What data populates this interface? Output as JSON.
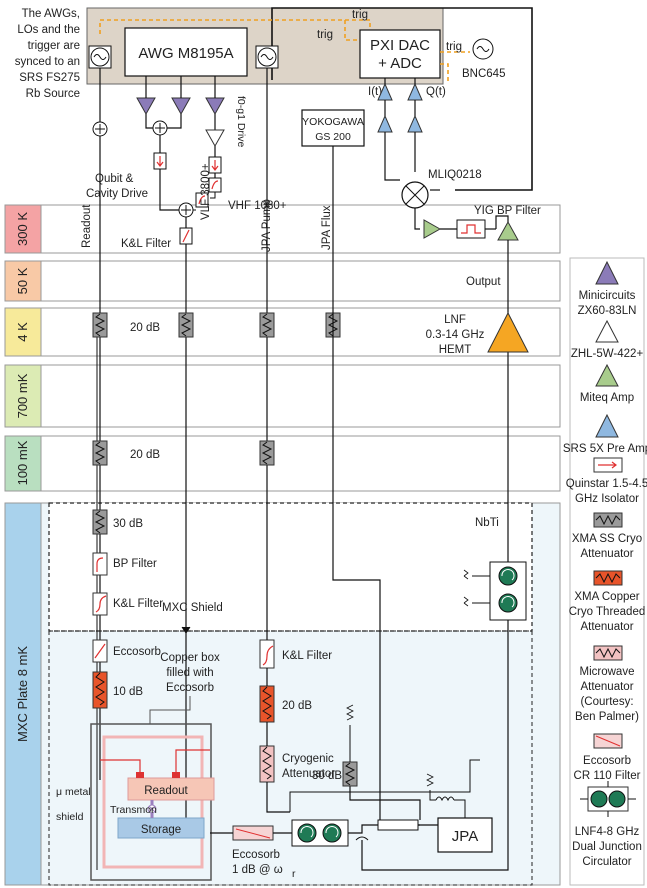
{
  "sync_note": [
    "The AWGs,",
    "LOs and the",
    "trigger are",
    "synced to an",
    "SRS FS275",
    "Rb Source"
  ],
  "instruments": {
    "awg": "AWG M8195A",
    "pxi": [
      "PXI DAC",
      "+ ADC"
    ],
    "bnc": "BNC645",
    "yokogawa": [
      "YOKOGAWA",
      "GS 200"
    ],
    "mixer": "MLIQ0218",
    "yig": "YIG BP Filter",
    "i_port": "I(t)",
    "q_port": "Q(t)",
    "trig": "trig"
  },
  "lines": {
    "readout": "Readout",
    "qubit_drive": [
      "Qubit &",
      "Cavity Drive"
    ],
    "f0g1": "f0-g1 Drive",
    "vlf": "VLF 3800+",
    "vhf": "VHF 1080+",
    "kl_top": "K&L Filter",
    "jpa_pump": "JPA Pump",
    "jpa_flux": "JPA Flux",
    "output": "Output"
  },
  "stages": [
    {
      "label": "300 K",
      "color": "#f4a3a4"
    },
    {
      "label": "50 K",
      "color": "#f8c9a6"
    },
    {
      "label": "4 K",
      "color": "#f7ea9a"
    },
    {
      "label": "700 mK",
      "color": "#dcebb4"
    },
    {
      "label": "100 mK",
      "color": "#b9dfc0"
    },
    {
      "label": "MXC Plate 8 mK",
      "color": "#a9d2ec"
    }
  ],
  "attenuation": {
    "four_k": "20 dB",
    "hundred_mk": "20 dB",
    "mxc_readout": "30 dB",
    "ten_db": "10 dB",
    "pump_20": "20 dB",
    "flux_30": "30 dB"
  },
  "components": {
    "lnf": [
      "LNF",
      "0.3-14 GHz",
      "HEMT"
    ],
    "nbti": "NbTi",
    "bp_filter": "BP Filter",
    "kl_filter": "K&L Filter",
    "mxc_shield": "MXC Shield",
    "eccosorb": "Eccosorb",
    "copper_box": [
      "Copper box",
      "filled with",
      "Eccosorb"
    ],
    "cryogenic": [
      "Cryogenic",
      "Attenuator"
    ],
    "mu_metal": [
      "μ metal",
      "shield"
    ],
    "readout_cav": "Readout",
    "transmon": "Transmon",
    "storage": "Storage",
    "eccosorb_low": [
      "Eccosorb",
      "1 dB @ ω"
    ],
    "omega_sub": "r",
    "jpa": "JPA"
  },
  "legend": [
    {
      "icon": "triangle",
      "color": "#8b7bb8",
      "text": [
        "Minicircuits",
        "ZX60-83LN"
      ]
    },
    {
      "icon": "triangle",
      "color": "#ffffff",
      "text": [
        "ZHL-5W-422+"
      ]
    },
    {
      "icon": "triangle",
      "color": "#a8cc8c",
      "text": [
        "Miteq Amp"
      ]
    },
    {
      "icon": "triangle",
      "color": "#8fb8e0",
      "text": [
        "SRS 5X Pre Amp"
      ]
    },
    {
      "icon": "isolator",
      "color": "#e03030",
      "text": [
        "Quinstar 1.5-4.5",
        "GHz Isolator"
      ]
    },
    {
      "icon": "atten",
      "color": "#9a9a9a",
      "text": [
        "XMA SS Cryo",
        "Attenuator"
      ]
    },
    {
      "icon": "atten",
      "color": "#e8542a",
      "text": [
        "XMA Copper",
        "Cryo Threaded",
        "Attenuator"
      ]
    },
    {
      "icon": "atten",
      "color": "#f2c2c2",
      "text": [
        "Microwave",
        "Attenuator",
        "(Courtesy:",
        "Ben Palmer)"
      ]
    },
    {
      "icon": "eccosorb",
      "color": "#f6d4d4",
      "text": [
        "Eccosorb",
        "CR 110 Filter"
      ]
    },
    {
      "icon": "circulator",
      "color": "#1f7a55",
      "text": [
        "LNF4-8 GHz",
        "Dual Junction",
        "Circulator"
      ]
    }
  ]
}
